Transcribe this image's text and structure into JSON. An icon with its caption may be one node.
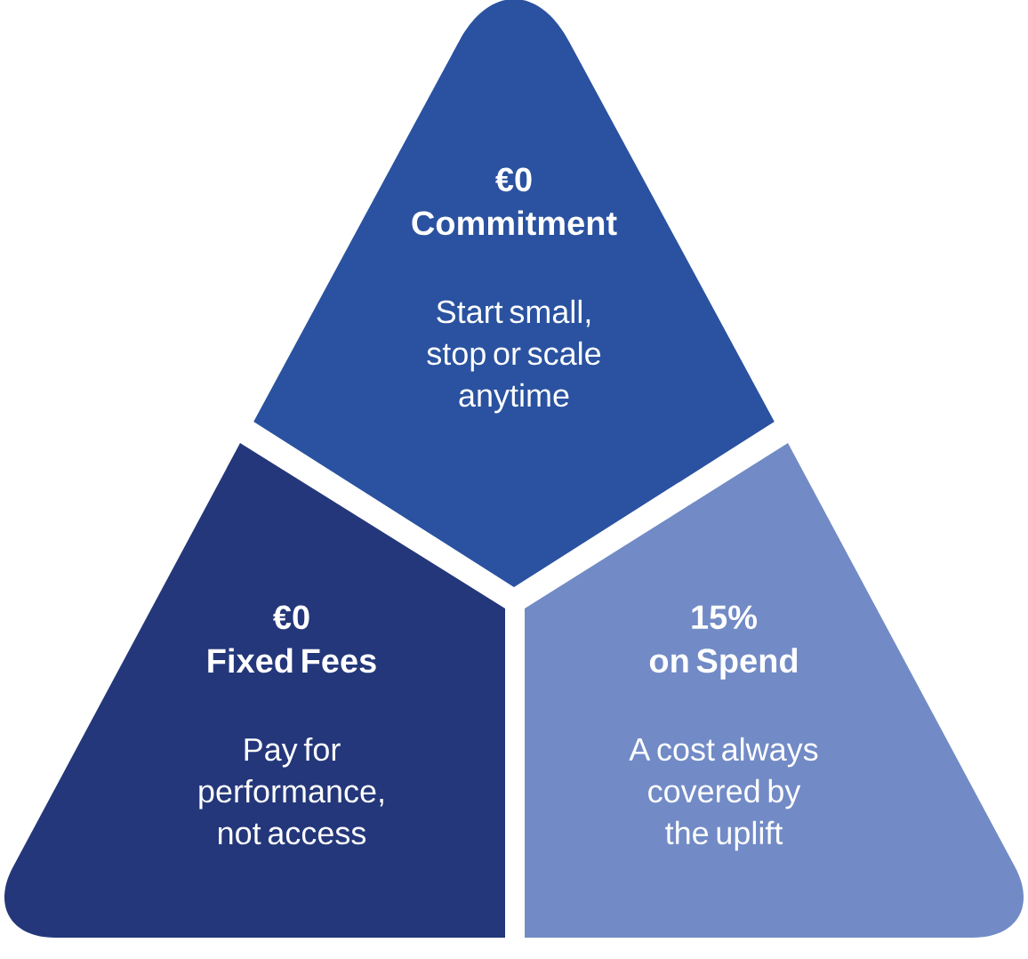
{
  "diagram": {
    "nodes": [
      {
        "text": [
          "€0",
          "Commitment",
          "Start small, stop or scale anytime"
        ]
      },
      {
        "text": [
          "€0",
          "Fixed Fees",
          "Pay for performance, not access"
        ]
      },
      {
        "text": [
          "15%",
          "on Spend",
          "A cost always covered by the uplift"
        ]
      }
    ]
  }
}
